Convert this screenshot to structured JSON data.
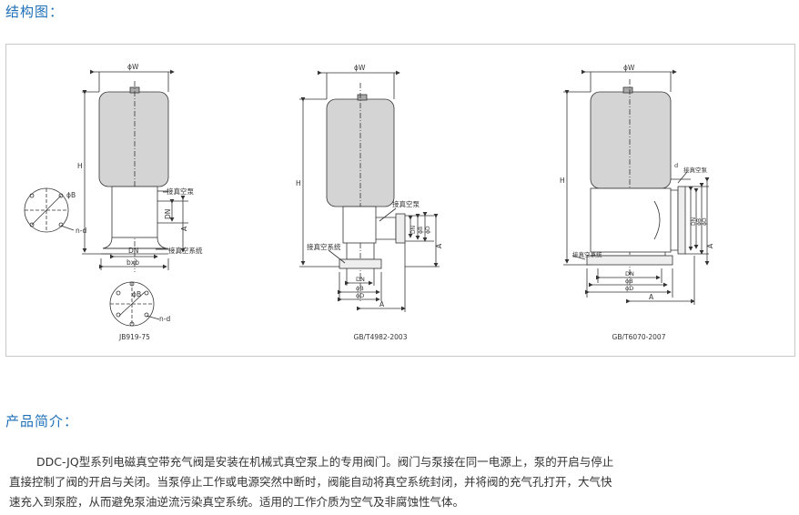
{
  "sections": {
    "structure_title": "结构图：",
    "intro_title": "产品简介："
  },
  "figures": [
    {
      "caption": "JB919-75",
      "labels": {
        "w": "ϕW",
        "h": "H",
        "b": "ϕB",
        "nd": "n-d",
        "dn": "DN",
        "bxb": "bxb",
        "a": "A",
        "dn_side": "DN",
        "pump": "接真空泵",
        "system": "接真空系统",
        "b2": "ϕB",
        "nd2": "n-d"
      }
    },
    {
      "caption": "GB/T4982-2003",
      "labels": {
        "w": "ϕW",
        "h": "H",
        "pump": "接真空泵",
        "system": "接真空系统",
        "dn": "DN",
        "b": "ϕB",
        "d": "ϕD",
        "a": "A",
        "dn_side": "DN",
        "b_side": "ϕB",
        "d_side": "ϕD",
        "a_side": "A"
      }
    },
    {
      "caption": "GB/T6070-2007",
      "labels": {
        "w": "ϕW",
        "h": "H",
        "pump": "接真空泵",
        "system": "接真空系统",
        "dn": "DN",
        "b": "ϕB",
        "d": "ϕD",
        "a": "A",
        "d_top": "d",
        "dn_side": "DN",
        "b_side": "ϕB",
        "d_side": "ϕD",
        "a_side": "A"
      }
    }
  ],
  "intro": {
    "line1": "DDC-JQ型系列电磁真空带充气阀是安装在机械式真空泵上的专用阀门。阀门与泵接在同一电源上，泵的开启与停止",
    "line2": "直接控制了阀的开启与关闭。当泵停止工作或电源突然中断时，阀能自动将真空系统封闭，并将阀的充气孔打开，大气快",
    "line3": "速充入到泵腔，从而避免泵油逆流污染真空系统。适用的工作介质为空气及非腐蚀性气体。"
  },
  "colors": {
    "title": "#1e6fb8",
    "body_fill": "#d4d4d4",
    "line": "#333333"
  }
}
